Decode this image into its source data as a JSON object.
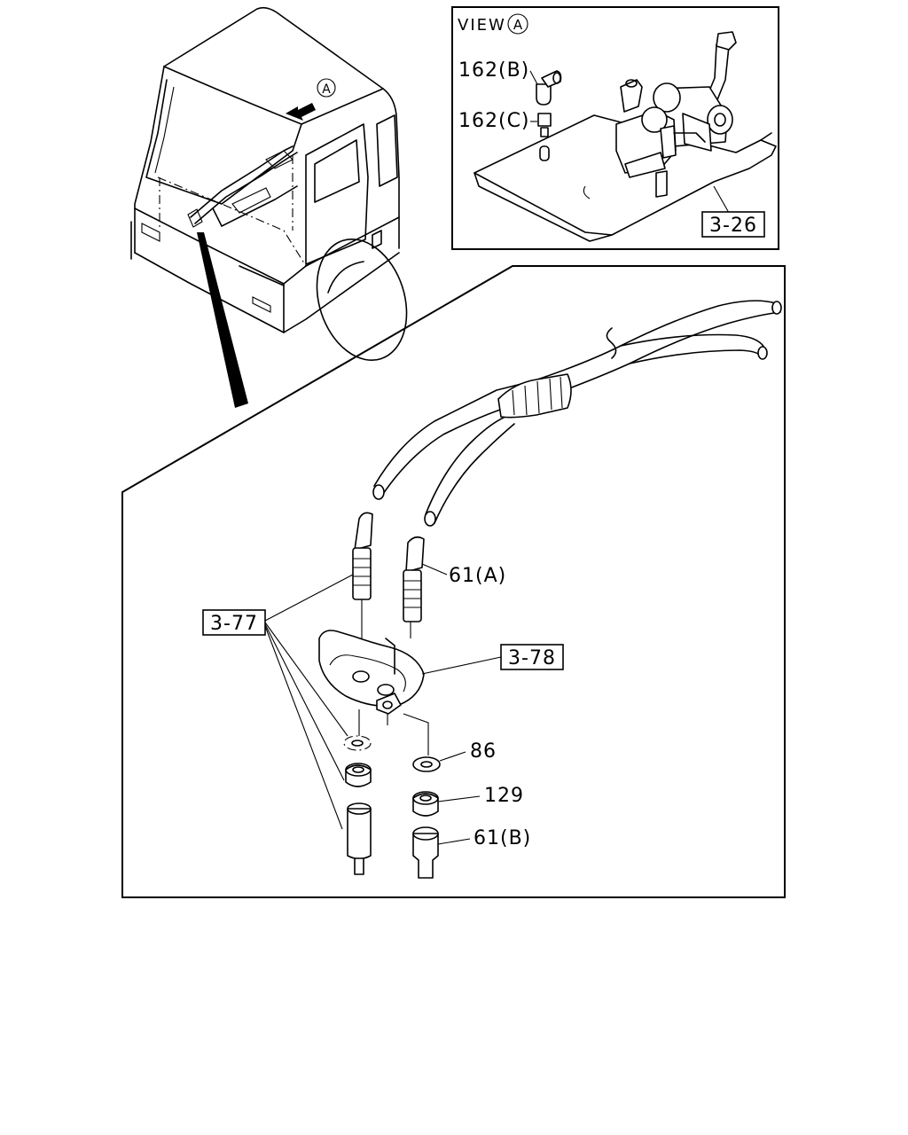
{
  "view_title": "VIEW",
  "view_marker": "A",
  "cab_marker": "A",
  "labels": {
    "p162b": "162(B)",
    "p162c": "162(C)",
    "ref326": "3-26",
    "ref377": "3-77",
    "ref378": "3-78",
    "p61a": "61(A)",
    "p86": "86",
    "p129": "129",
    "p61b": "61(B)"
  }
}
